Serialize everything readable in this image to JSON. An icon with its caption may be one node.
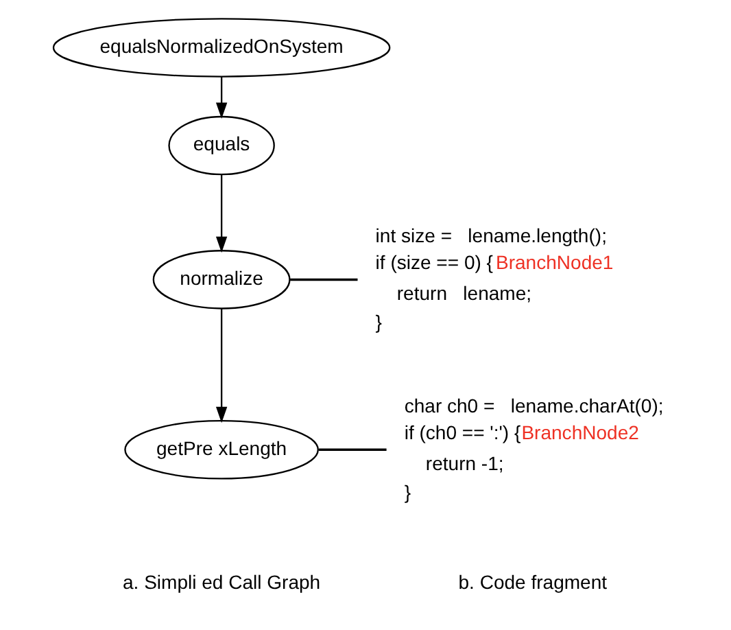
{
  "diagram": {
    "nodes": [
      {
        "text": [
          "equalsNormalizedOnSystem"
        ]
      },
      {
        "text": [
          "equals"
        ]
      },
      {
        "text": [
          "normalize"
        ]
      },
      {
        "text": [
          "getPre xLength"
        ]
      },
      {
        "text": [
          "int size =   lename.length();",
          "if (size == 0) {",
          "BranchNode1",
          "return   lename;",
          "}"
        ]
      },
      {
        "text": [
          "char ch0 =   lename.charAt(0);",
          "if (ch0 == ':') {",
          "BranchNode2",
          "return -1;",
          "}"
        ]
      }
    ],
    "edges": [
      {
        "from": 0,
        "to": 1,
        "arrow": "to"
      },
      {
        "from": 1,
        "to": 2,
        "arrow": "to"
      },
      {
        "from": 2,
        "to": 3,
        "arrow": "to"
      },
      {
        "from": 2,
        "to": 4,
        "arrow": "none"
      },
      {
        "from": 3,
        "to": 5,
        "arrow": "none"
      }
    ],
    "labels": [
      "a. Simpli ed Call Graph",
      "b. Code fragment"
    ]
  }
}
